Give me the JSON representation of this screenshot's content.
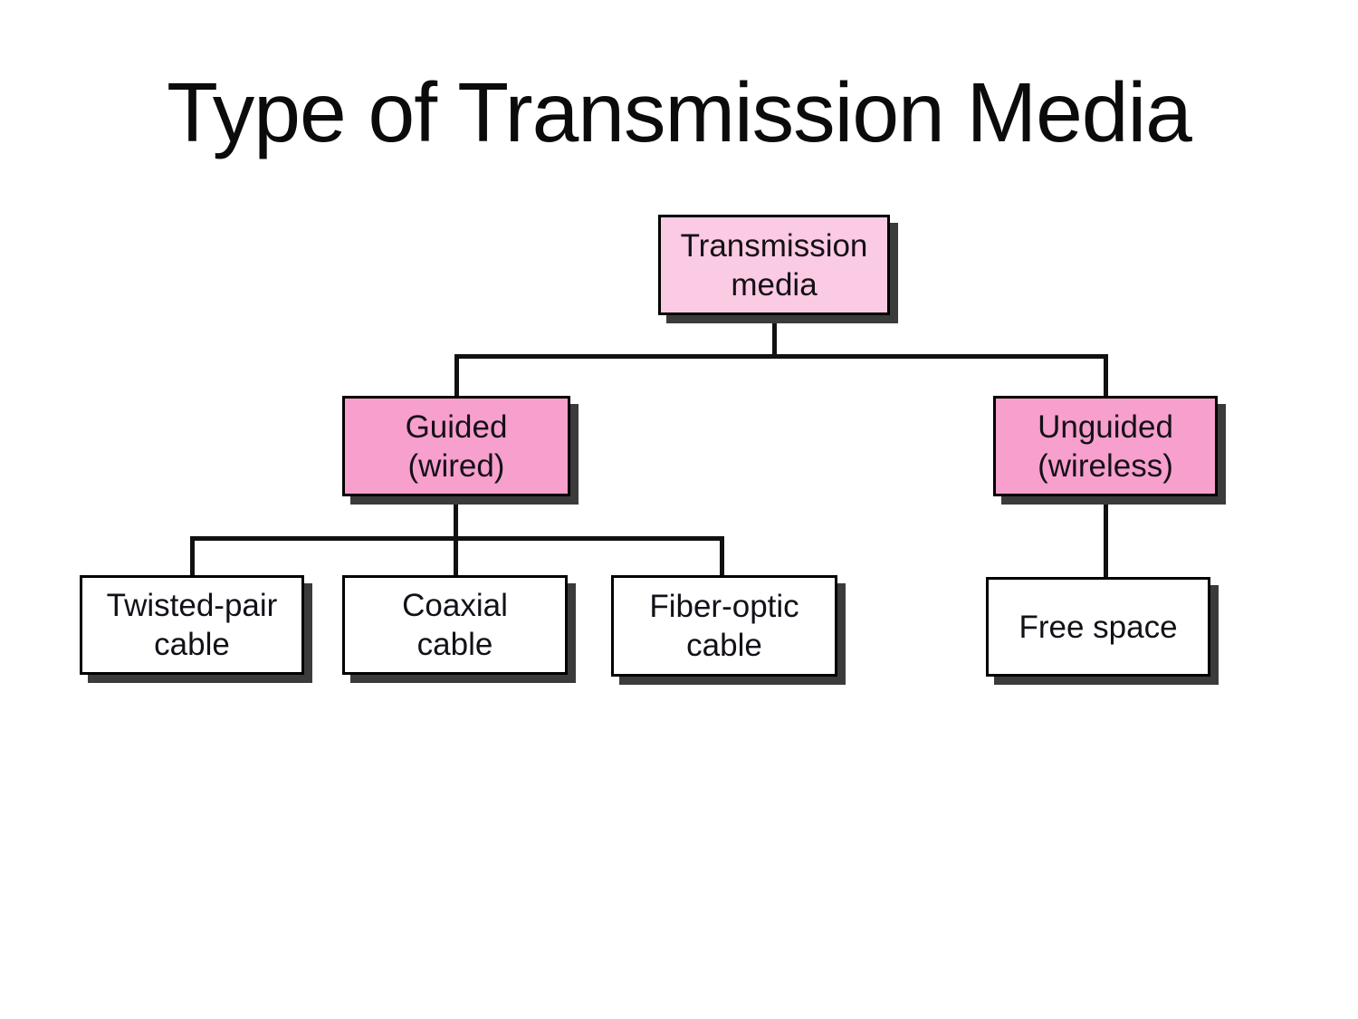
{
  "title": "Type of Transmission Media",
  "colors": {
    "root_fill": "#fbcae3",
    "branch_fill": "#f79fcd",
    "leaf_fill": "#ffffff",
    "border": "#000000",
    "shadow": "#3b3b3b",
    "line": "#111111"
  },
  "nodes": {
    "root": {
      "label": "Transmission\nmedia"
    },
    "guided": {
      "label": "Guided\n(wired)"
    },
    "unguided": {
      "label": "Unguided\n(wireless)"
    },
    "twisted_pair": {
      "label": "Twisted-pair\ncable"
    },
    "coaxial": {
      "label": "Coaxial\ncable"
    },
    "fiber_optic": {
      "label": "Fiber-optic\ncable"
    },
    "free_space": {
      "label": "Free space"
    }
  },
  "edges": [
    {
      "from": "root",
      "to": "guided"
    },
    {
      "from": "root",
      "to": "unguided"
    },
    {
      "from": "guided",
      "to": "twisted_pair"
    },
    {
      "from": "guided",
      "to": "coaxial"
    },
    {
      "from": "guided",
      "to": "fiber_optic"
    },
    {
      "from": "unguided",
      "to": "free_space"
    }
  ]
}
